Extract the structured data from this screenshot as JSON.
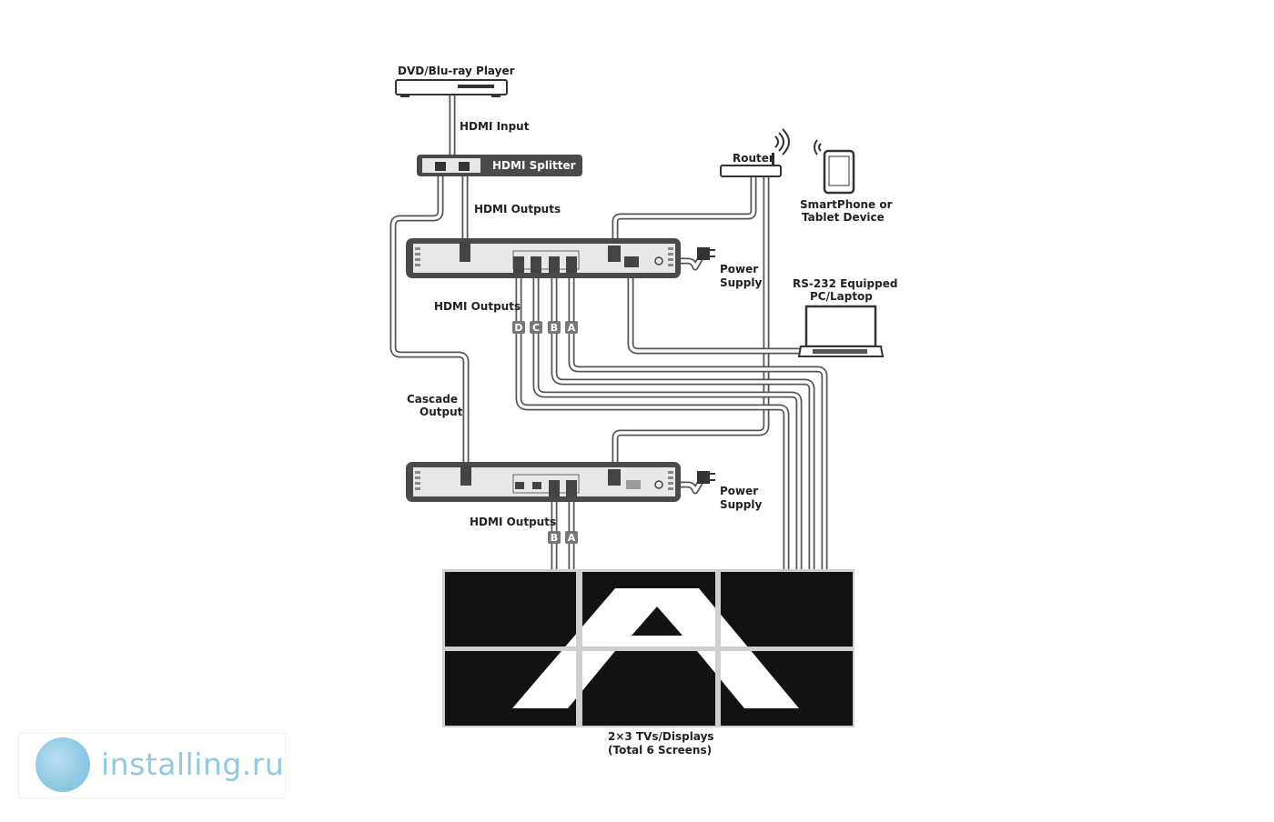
{
  "labels": {
    "source": "DVD/Blu-ray Player",
    "hdmi_input": "HDMI Input",
    "splitter": "HDMI Splitter",
    "hdmi_outputs_top": "HDMI Outputs",
    "router": "Router",
    "smartphone_line1": "SmartPhone or",
    "smartphone_line2": "Tablet Device",
    "power_supply_1_line1": "Power",
    "power_supply_1_line2": "Supply",
    "rs232_line1": "RS-232 Equipped",
    "rs232_line2": "PC/Laptop",
    "hdmi_outputs_mid": "HDMI Outputs",
    "cascade_line1": "Cascade",
    "cascade_line2": "Output",
    "power_supply_2_line1": "Power",
    "power_supply_2_line2": "Supply",
    "hdmi_outputs_bottom": "HDMI Outputs",
    "displays_line1": "2×3 TVs/Displays",
    "displays_line2": "(Total 6 Screens)"
  },
  "ports_upper": [
    "D",
    "C",
    "B",
    "A"
  ],
  "ports_lower": [
    "B",
    "A"
  ],
  "watermark": {
    "text": "installing.ru"
  },
  "colors": {
    "device": "#4a4a4a",
    "cable": "#555555",
    "panel": "#e8e8e8",
    "screen": "#121212",
    "watermark": "#8fc9e5"
  }
}
